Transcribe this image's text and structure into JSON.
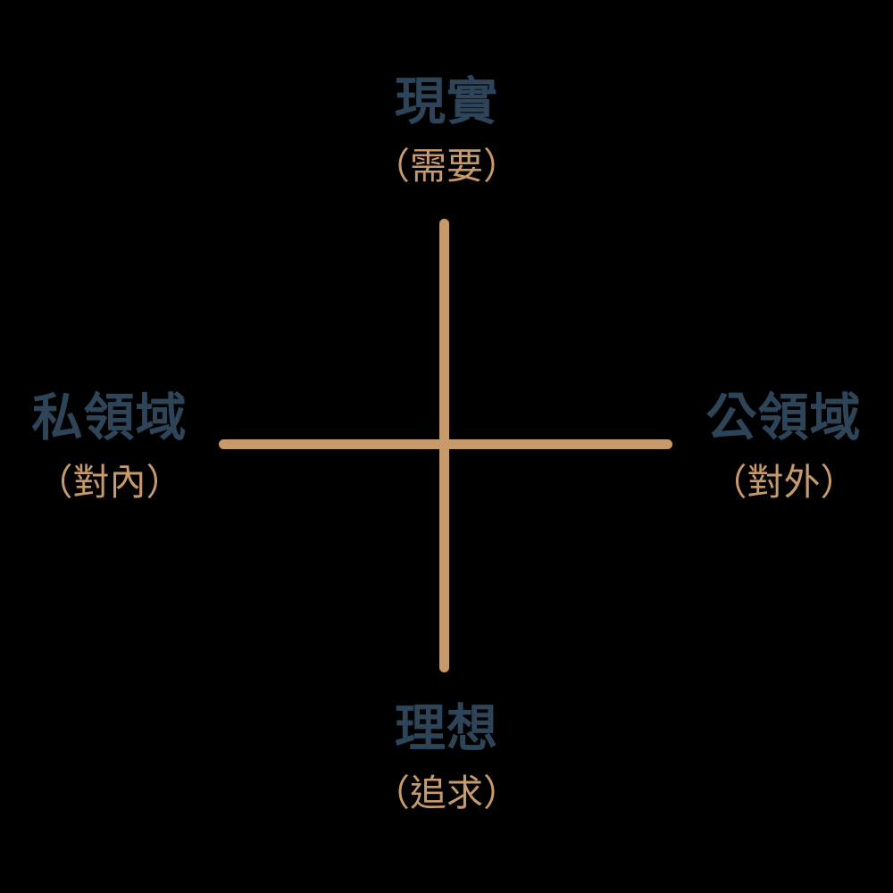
{
  "diagram": {
    "type": "quadrant-axes",
    "background_color": "#000000",
    "axis_color": "#c79a6b",
    "main_label_color": "#2e4559",
    "sub_label_color": "#c79a6b",
    "axes": {
      "vertical_axis_name": "vertical-axis",
      "horizontal_axis_name": "horizontal-axis"
    },
    "labels": {
      "top": {
        "main": "現實",
        "sub": "（需要）"
      },
      "bottom": {
        "main": "理想",
        "sub": "（追求）"
      },
      "left": {
        "main": "私領域",
        "sub": "（對內）"
      },
      "right": {
        "main": "公領域",
        "sub": "（對外）"
      }
    }
  }
}
